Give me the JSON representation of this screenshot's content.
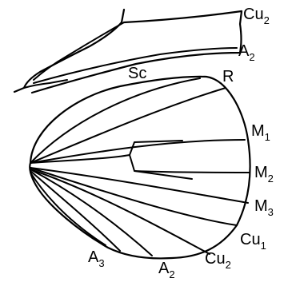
{
  "labels": {
    "fore_cu2": {
      "main": "Cu",
      "sub": "2"
    },
    "fore_a2": {
      "main": "A",
      "sub": "2"
    },
    "sc": {
      "main": "Sc",
      "sub": ""
    },
    "r": {
      "main": "R",
      "sub": ""
    },
    "m1": {
      "main": "M",
      "sub": "1"
    },
    "m2": {
      "main": "M",
      "sub": "2"
    },
    "m3": {
      "main": "M",
      "sub": "3"
    },
    "cu1": {
      "main": "Cu",
      "sub": "1"
    },
    "cu2": {
      "main": "Cu",
      "sub": "2"
    },
    "a2": {
      "main": "A",
      "sub": "2"
    },
    "a3": {
      "main": "A",
      "sub": "3"
    }
  }
}
